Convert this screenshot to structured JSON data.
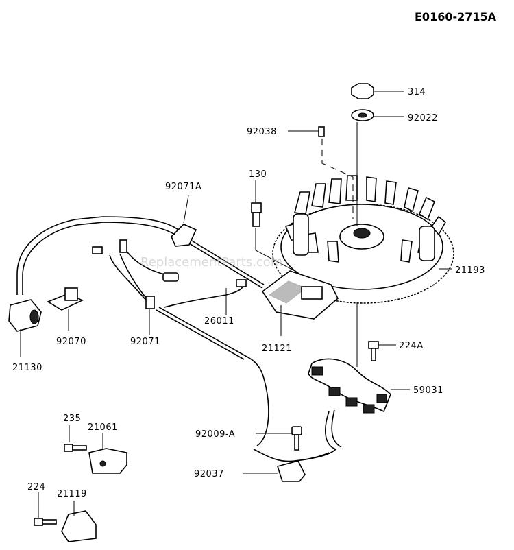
{
  "diagram_code": "E0160-2715A",
  "watermark": "ReplacementParts.com",
  "parts": {
    "p314": "314",
    "p92022": "92022",
    "p92038": "92038",
    "p130": "130",
    "p92071A": "92071A",
    "p21193": "21193",
    "p26011": "26011",
    "p92071": "92071",
    "p21121": "21121",
    "p92070": "92070",
    "p21130": "21130",
    "p224A": "224A",
    "p59031": "59031",
    "p235": "235",
    "p21061": "21061",
    "p92009A": "92009-A",
    "p92037": "92037",
    "p224": "224",
    "p21119": "21119"
  }
}
